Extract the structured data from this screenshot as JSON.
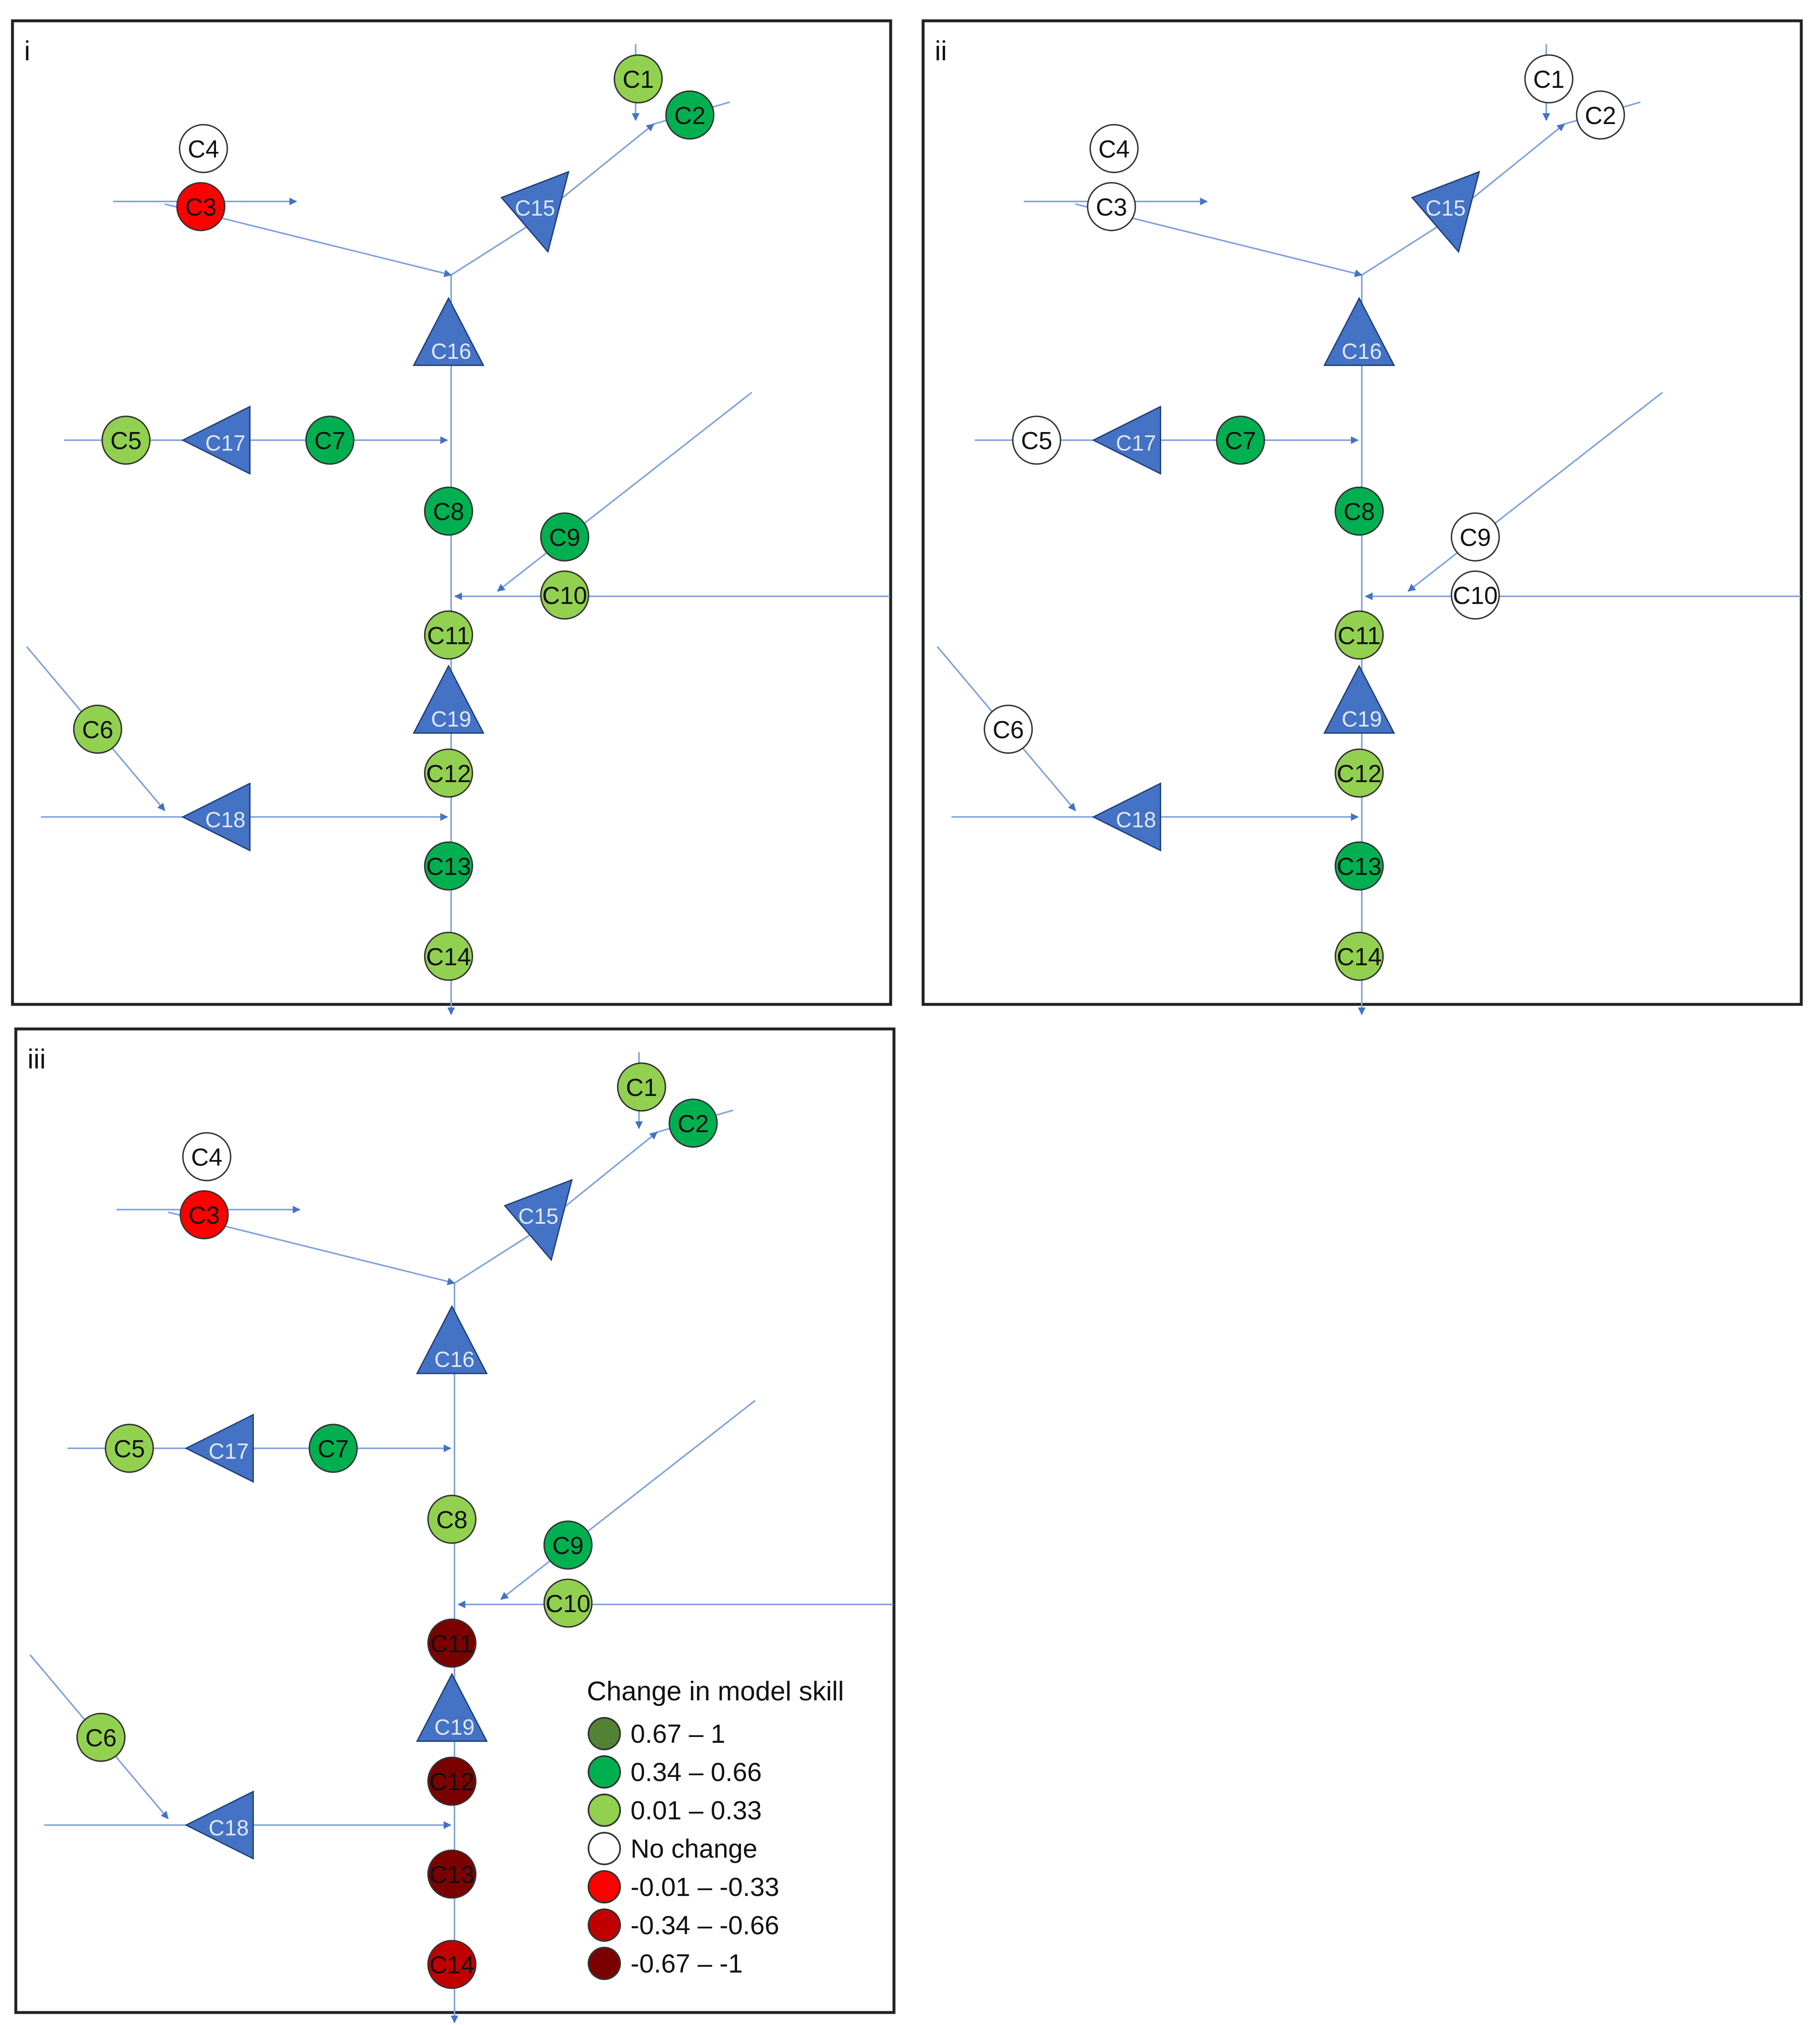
{
  "colors": {
    "line": "#7fa2dc",
    "arrow": "#4472c4",
    "triangle": "#4472c4",
    "triangle_stroke": "#1f3d7a",
    "node_stroke": "#333333",
    "text": "#111111",
    "text_on_triangle": "#dfe8f7",
    "panel_border": "#222222"
  },
  "legend": {
    "title": "Change in model skill",
    "items": [
      {
        "color": "#548235",
        "label": "0.67 – 1"
      },
      {
        "color": "#00b050",
        "label": "0.34 – 0.66"
      },
      {
        "color": "#92d050",
        "label": "0.01 – 0.33"
      },
      {
        "color": "#ffffff",
        "label": "No change"
      },
      {
        "color": "#ff0000",
        "label": "-0.01 – -0.33"
      },
      {
        "color": "#c00000",
        "label": "-0.34 – -0.66"
      },
      {
        "color": "#7b0000",
        "label": "-0.67 – -1"
      }
    ]
  },
  "panels": [
    {
      "label": "i",
      "nodes": {
        "C1": "0.01 – 0.33",
        "C2": "0.34 – 0.66",
        "C3": "-0.01 – -0.33",
        "C4": "No change",
        "C5": "0.01 – 0.33",
        "C6": "0.01 – 0.33",
        "C7": "0.34 – 0.66",
        "C8": "0.34 – 0.66",
        "C9": "0.34 – 0.66",
        "C10": "0.01 – 0.33",
        "C11": "0.01 – 0.33",
        "C12": "0.01 – 0.33",
        "C13": "0.34 – 0.66",
        "C14": "0.01 – 0.33"
      }
    },
    {
      "label": "ii",
      "nodes": {
        "C1": "No change",
        "C2": "No change",
        "C3": "No change",
        "C4": "No change",
        "C5": "No change",
        "C6": "No change",
        "C7": "0.34 – 0.66",
        "C8": "0.34 – 0.66",
        "C9": "No change",
        "C10": "No change",
        "C11": "0.01 – 0.33",
        "C12": "0.01 – 0.33",
        "C13": "0.34 – 0.66",
        "C14": "0.01 – 0.33"
      }
    },
    {
      "label": "iii",
      "nodes": {
        "C1": "0.01 – 0.33",
        "C2": "0.34 – 0.66",
        "C3": "-0.01 – -0.33",
        "C4": "No change",
        "C5": "0.01 – 0.33",
        "C6": "0.01 – 0.33",
        "C7": "0.34 – 0.66",
        "C8": "0.01 – 0.33",
        "C9": "0.34 – 0.66",
        "C10": "0.01 – 0.33",
        "C11": "-0.67 – -1",
        "C12": "-0.67 – -1",
        "C13": "-0.67 – -1",
        "C14": "-0.34 – -0.66"
      }
    }
  ],
  "triangles": [
    "C15",
    "C16",
    "C17",
    "C18",
    "C19"
  ]
}
